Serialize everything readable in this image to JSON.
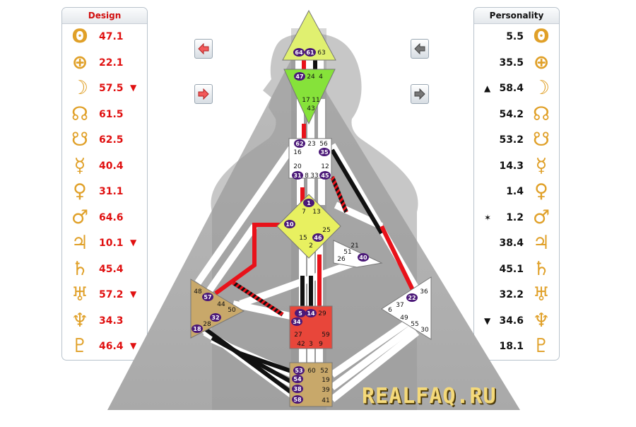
{
  "design": {
    "title": "Design",
    "rows": [
      {
        "icon": "sun-icon",
        "glyph": "ʘ",
        "value": "47.1",
        "arrow": ""
      },
      {
        "icon": "earth-icon",
        "glyph": "⊕",
        "value": "22.1",
        "arrow": ""
      },
      {
        "icon": "moon-icon",
        "glyph": "☽",
        "value": "57.5",
        "arrow": "▼"
      },
      {
        "icon": "north-node-icon",
        "glyph": "☊",
        "value": "61.5",
        "arrow": ""
      },
      {
        "icon": "south-node-icon",
        "glyph": "☋",
        "value": "62.5",
        "arrow": ""
      },
      {
        "icon": "mercury-icon",
        "glyph": "☿",
        "value": "40.4",
        "arrow": ""
      },
      {
        "icon": "venus-icon",
        "glyph": "♀",
        "value": "31.1",
        "arrow": ""
      },
      {
        "icon": "mars-icon",
        "glyph": "♂",
        "value": "64.6",
        "arrow": ""
      },
      {
        "icon": "jupiter-icon",
        "glyph": "♃",
        "value": "10.1",
        "arrow": "▼"
      },
      {
        "icon": "saturn-icon",
        "glyph": "♄",
        "value": "45.4",
        "arrow": ""
      },
      {
        "icon": "uranus-icon",
        "glyph": "♅",
        "value": "57.2",
        "arrow": "▼"
      },
      {
        "icon": "neptune-icon",
        "glyph": "♆",
        "value": "34.3",
        "arrow": ""
      },
      {
        "icon": "pluto-icon",
        "glyph": "♇",
        "value": "46.4",
        "arrow": "▼"
      }
    ]
  },
  "personality": {
    "title": "Personality",
    "rows": [
      {
        "icon": "sun-icon",
        "glyph": "ʘ",
        "value": "5.5",
        "arrow": ""
      },
      {
        "icon": "earth-icon",
        "glyph": "⊕",
        "value": "35.5",
        "arrow": ""
      },
      {
        "icon": "moon-icon",
        "glyph": "☽",
        "value": "58.4",
        "arrow": "▲"
      },
      {
        "icon": "north-node-icon",
        "glyph": "☊",
        "value": "54.2",
        "arrow": ""
      },
      {
        "icon": "south-node-icon",
        "glyph": "☋",
        "value": "53.2",
        "arrow": ""
      },
      {
        "icon": "mercury-icon",
        "glyph": "☿",
        "value": "14.3",
        "arrow": ""
      },
      {
        "icon": "venus-icon",
        "glyph": "♀",
        "value": "1.4",
        "arrow": ""
      },
      {
        "icon": "mars-icon",
        "glyph": "♂",
        "value": "1.2",
        "arrow": "✶"
      },
      {
        "icon": "jupiter-icon",
        "glyph": "♃",
        "value": "38.4",
        "arrow": ""
      },
      {
        "icon": "saturn-icon",
        "glyph": "♄",
        "value": "45.1",
        "arrow": ""
      },
      {
        "icon": "uranus-icon",
        "glyph": "♅",
        "value": "32.2",
        "arrow": ""
      },
      {
        "icon": "neptune-icon",
        "glyph": "♆",
        "value": "34.6",
        "arrow": "▼"
      },
      {
        "icon": "pluto-icon",
        "glyph": "♇",
        "value": "18.1",
        "arrow": ""
      }
    ]
  },
  "nav": {
    "design_back_icon": "arrow-left-red-icon",
    "design_forward_icon": "arrow-right-red-icon",
    "personality_back_icon": "arrow-left-gray-icon",
    "personality_forward_icon": "arrow-right-gray-icon"
  },
  "bodygraph": {
    "colors": {
      "design": "#e8121a",
      "personality": "#111111",
      "head": "#e0f070",
      "ajna": "#86e23a",
      "g_center": "#e8f060",
      "sacral": "#e8463a",
      "spleen_root": "#c8a86a",
      "open_center": "#ffffff"
    },
    "head_gates": [
      "64",
      "61",
      "63"
    ],
    "ajna_gates": [
      "47",
      "24",
      "4",
      "17",
      "11",
      "43"
    ],
    "throat_gates": [
      "62",
      "23",
      "56",
      "16",
      "35",
      "20",
      "12",
      "31",
      "8",
      "33",
      "45"
    ],
    "g_gates": [
      "1",
      "7",
      "13",
      "10",
      "15",
      "46",
      "25",
      "2"
    ],
    "ego_gates": [
      "21",
      "51",
      "26",
      "40"
    ],
    "spleen_gates": [
      "48",
      "57",
      "44",
      "50",
      "32",
      "28",
      "18"
    ],
    "solar_plexus_gates": [
      "36",
      "22",
      "37",
      "6",
      "49",
      "55",
      "30"
    ],
    "sacral_gates": [
      "5",
      "14",
      "29",
      "34",
      "27",
      "59",
      "42",
      "3",
      "9"
    ],
    "root_gates": [
      "53",
      "60",
      "52",
      "54",
      "19",
      "38",
      "39",
      "58",
      "41"
    ],
    "watermark": "REALFAQ.RU"
  }
}
